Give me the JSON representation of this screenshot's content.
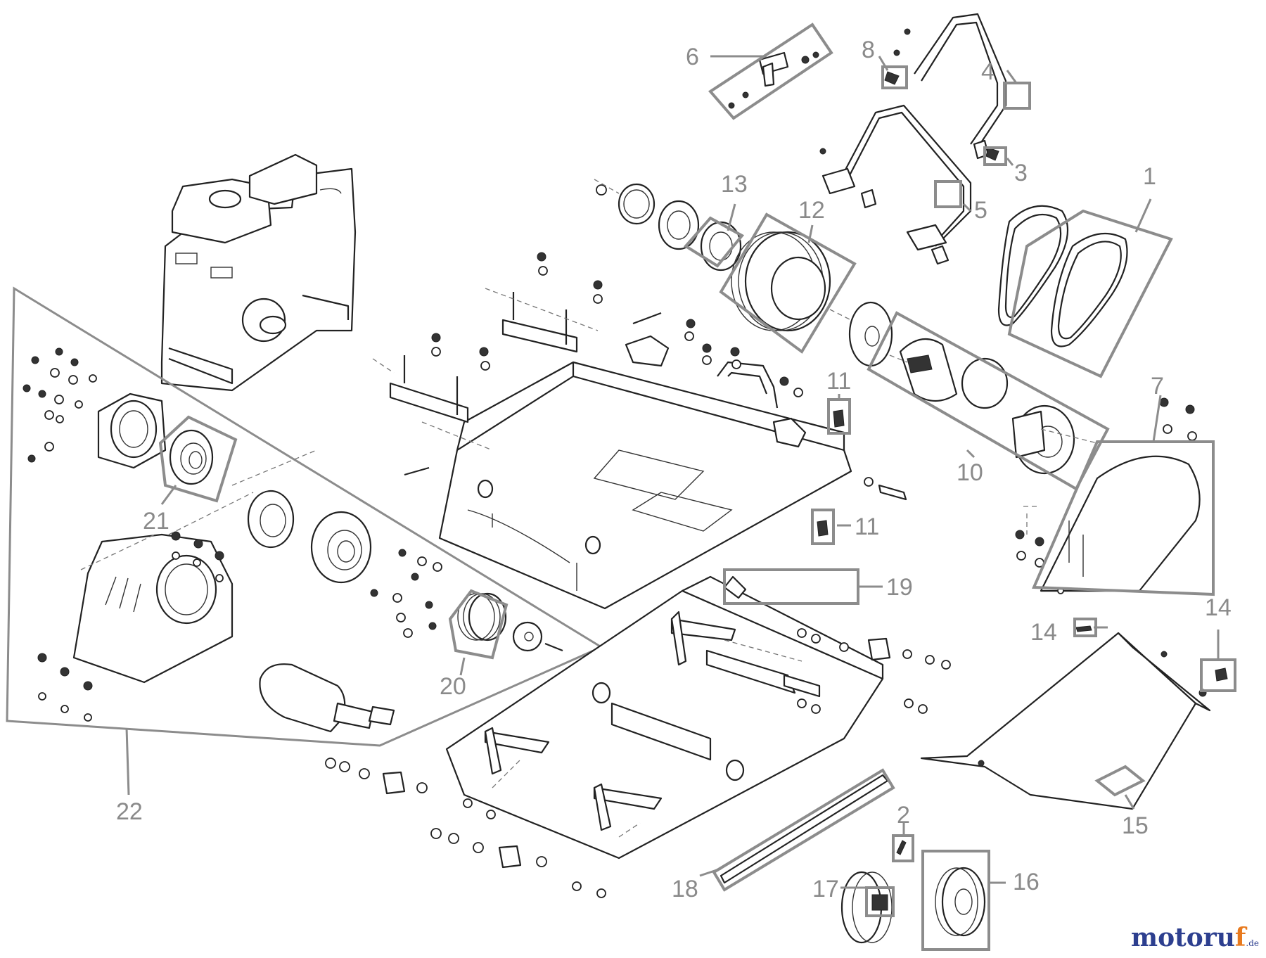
{
  "callouts": {
    "c1": "1",
    "c2": "2",
    "c3": "3",
    "c4": "4",
    "c5": "5",
    "c6": "6",
    "c7": "7",
    "c8": "8",
    "c10": "10",
    "c11a": "11",
    "c11b": "11",
    "c12": "12",
    "c13": "13",
    "c14a": "14",
    "c14b": "14",
    "c15": "15",
    "c16": "16",
    "c17": "17",
    "c18": "18",
    "c19": "19",
    "c20": "20",
    "c21": "21",
    "c22": "22"
  },
  "watermark": {
    "brand_main": "motoru",
    "brand_accent": "f",
    "brand_suffix": ".de"
  }
}
